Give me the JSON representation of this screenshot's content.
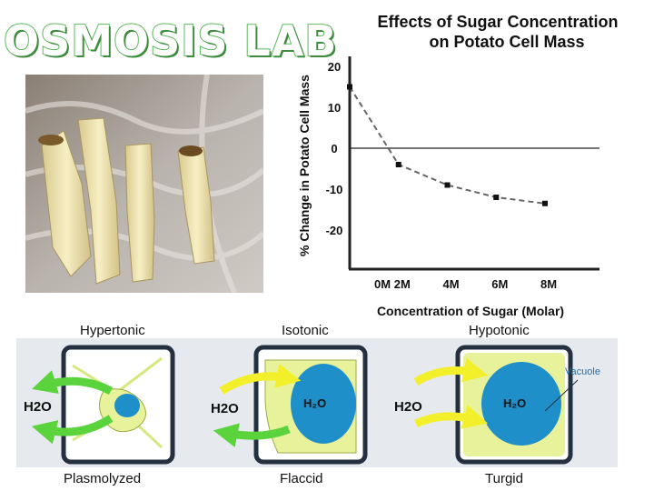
{
  "slide": {
    "title": "OSMOSIS LAB"
  },
  "chart_data": {
    "type": "line",
    "title_line1": "Effects of Sugar Concentration",
    "title_line2": "on Potato Cell Mass",
    "xlabel": "Concentration of Sugar (Molar)",
    "ylabel": "% Change in Potato Cell Mass",
    "categories": [
      "0M",
      "2M",
      "4M",
      "6M",
      "8M"
    ],
    "x": [
      0,
      2,
      4,
      6,
      8
    ],
    "values": [
      15,
      -4,
      -9,
      -12,
      -13.5
    ],
    "yticks": [
      "20",
      "10",
      "0",
      "-10",
      "-20"
    ],
    "ylim": [
      -20,
      20
    ],
    "line_style": "dashed",
    "colors": {
      "line": "#666666",
      "marker": "#111111",
      "axis": "#222222"
    }
  },
  "diagram": {
    "cells": [
      {
        "top_label": "Hypertonic",
        "bottom_label": "Plasmolyzed",
        "water": "H2O"
      },
      {
        "top_label": "Isotonic",
        "bottom_label": "Flaccid",
        "water": "H2O"
      },
      {
        "top_label": "Hypotonic",
        "bottom_label": "Turgid",
        "water": "H2O"
      }
    ],
    "vacuole_label": "Vacuole",
    "colors": {
      "cytoplasm": "#e8f29a",
      "vacuole": "#1e8fc8",
      "green_arrow": "#5ad33c",
      "yellow_arrow": "#f3ef2a",
      "background": "#e6eaef"
    }
  }
}
